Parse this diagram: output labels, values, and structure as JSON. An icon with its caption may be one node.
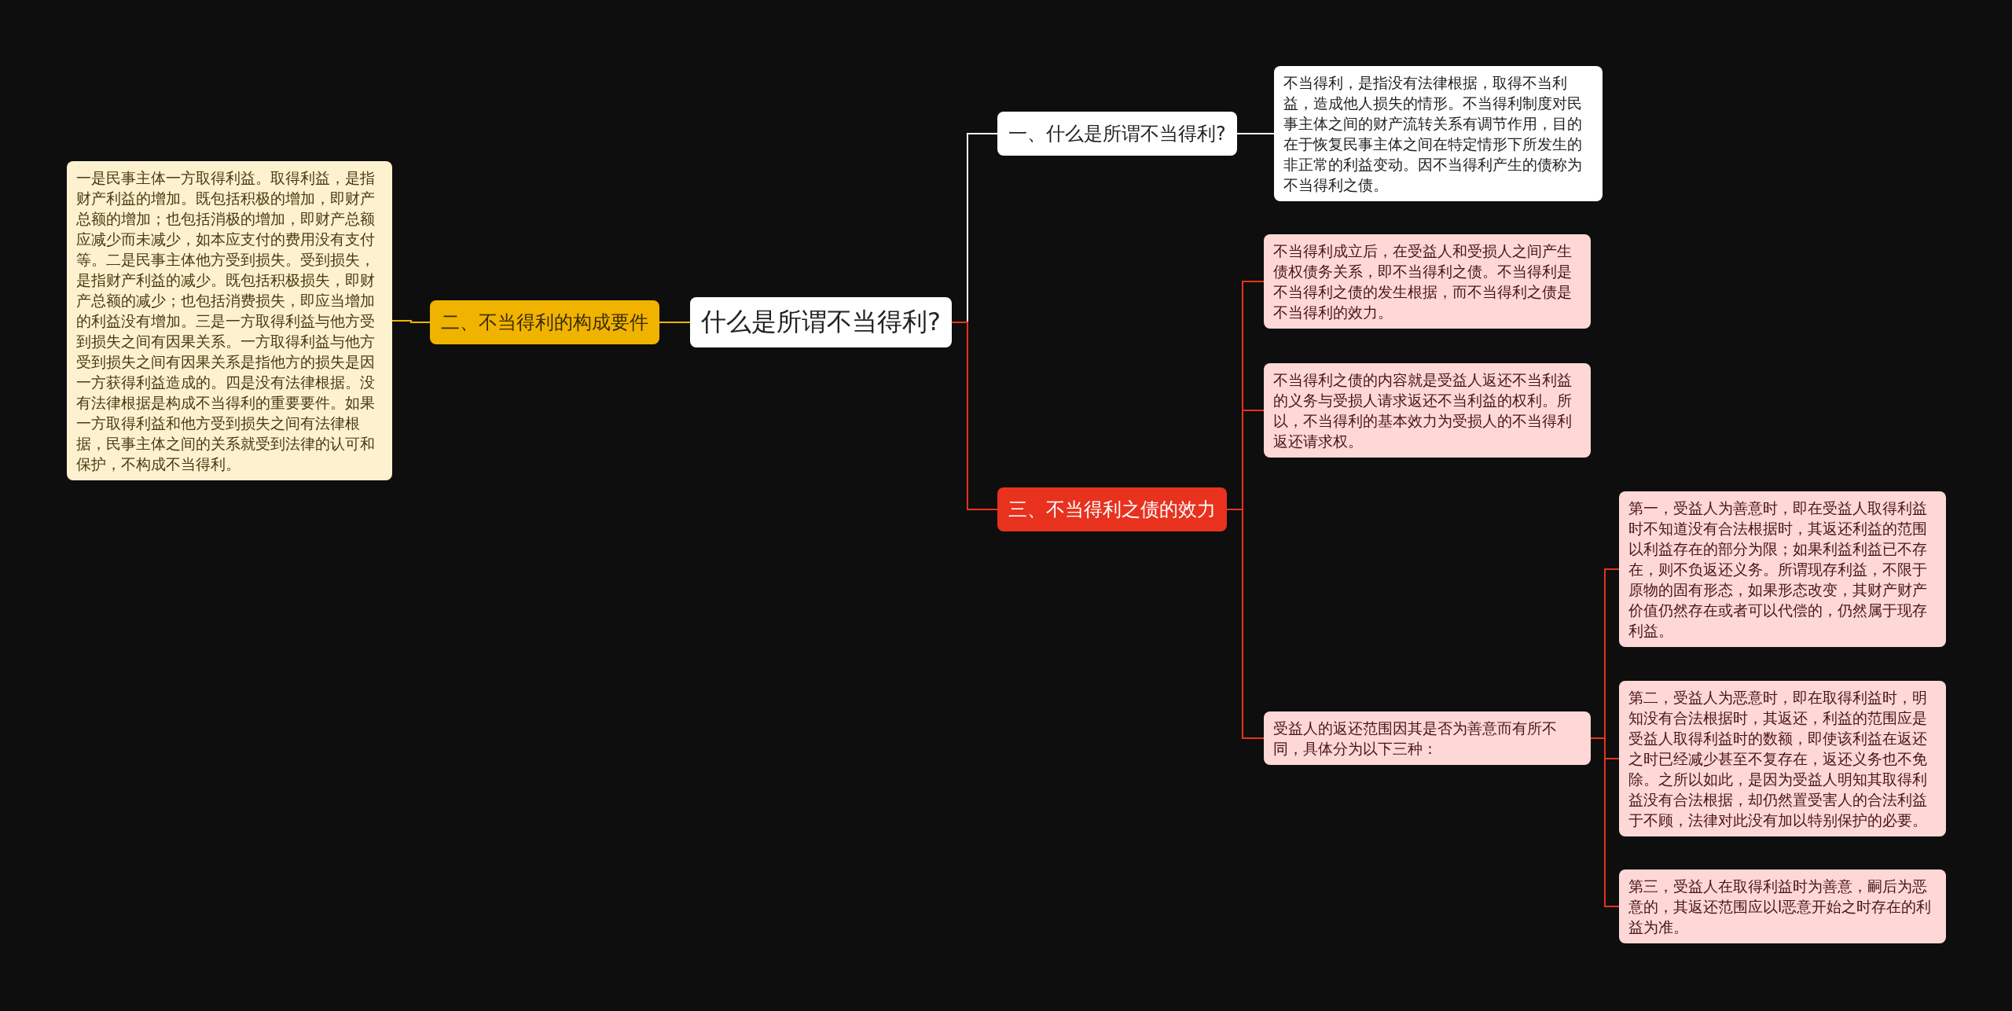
{
  "diagram": {
    "nodes": [
      {
        "text": [
          "什么是所谓不当得利?"
        ]
      },
      {
        "text": [
          "一、什么是所谓不当得利?"
        ]
      },
      {
        "text": [
          "不当得利，是指没有法律根据，取得不当利益，造成他人损失的情形。不当得利制度对民事主体之间的财产流转关系有调节作用，目的在于恢复民事主体之间在特定情形下所发生的非正常的利益变动。因不当得利产生的债称为不当得利之债。"
        ]
      },
      {
        "text": [
          "二、不当得利的构成要件"
        ]
      },
      {
        "text": [
          "一是民事主体一方取得利益。取得利益，是指财产利益的增加。既包括积极的增加，即财产总额的增加；也包括消极的增加，即财产总额应减少而未减少，如本应支付的费用没有支付等。二是民事主体他方受到损失。受到损失，是指财产利益的减少。既包括积极损失，即财产总额的减少；也包括消费损失，即应当增加的利益没有增加。三是一方取得利益与他方受到损失之间有因果关系。一方取得利益与他方受到损失之间有因果关系是指他方的损失是因一方获得利益造成的。四是没有法律根据。没有法律根据是构成不当得利的重要要件。如果一方取得利益和他方受到损失之间有法律根据，民事主体之间的关系就受到法律的认可和保护，不构成不当得利。"
        ]
      },
      {
        "text": [
          "三、不当得利之债的效力"
        ]
      },
      {
        "text": [
          "不当得利成立后，在受益人和受损人之间产生债权债务关系，即不当得利之债。不当得利是不当得利之债的发生根据，而不当得利之债是不当得利的效力。"
        ]
      },
      {
        "text": [
          "不当得利之债的内容就是受益人返还不当利益的义务与受损人请求返还不当利益的权利。所以，不当得利的基本效力为受损人的不当得利返还请求权。"
        ]
      },
      {
        "text": [
          "受益人的返还范围因其是否为善意而有所不同，具体分为以下三种："
        ]
      },
      {
        "text": [
          "第一，受益人为善意时，即在受益人取得利益时不知道没有合法根据时，其返还利益的范围以利益存在的部分为限；如果利益利益已不存在，则不负返还义务。所谓现存利益，不限于原物的固有形态，如果形态改变，其财产财产价值仍然存在或者可以代偿的，仍然属于现存利益。"
        ]
      },
      {
        "text": [
          "第二，受益人为恶意时，即在取得利益时，明知没有合法根据时，其返还，利益的范围应是受益人取得利益时的数额，即使该利益在返还之时已经减少甚至不复存在，返还义务也不免除。之所以如此，是因为受益人明知其取得利益没有合法根据，却仍然置受害人的合法利益于不顾，法律对此没有加以特别保护的必要。"
        ]
      },
      {
        "text": [
          "第三，受益人在取得利益时为善意，嗣后为恶意的，其返还范围应以l恶意开始之时存在的利益为准。"
        ]
      }
    ],
    "edges": [
      {
        "from": 0,
        "to": 1,
        "arrow": "none",
        "color": "#ffffff"
      },
      {
        "from": 1,
        "to": 2,
        "arrow": "none",
        "color": "#ffffff"
      },
      {
        "from": 0,
        "to": 3,
        "arrow": "none",
        "color": "#f0b400"
      },
      {
        "from": 3,
        "to": 4,
        "arrow": "none",
        "color": "#f0b400"
      },
      {
        "from": 0,
        "to": 5,
        "arrow": "none"
      },
      {
        "from": 5,
        "to": 6,
        "arrow": "none"
      },
      {
        "from": 5,
        "to": 7,
        "arrow": "none"
      },
      {
        "from": 5,
        "to": 8,
        "arrow": "none"
      },
      {
        "from": 8,
        "to": 9,
        "arrow": "none"
      },
      {
        "from": 8,
        "to": 10,
        "arrow": "none"
      },
      {
        "from": 8,
        "to": 11,
        "arrow": "none"
      }
    ]
  }
}
